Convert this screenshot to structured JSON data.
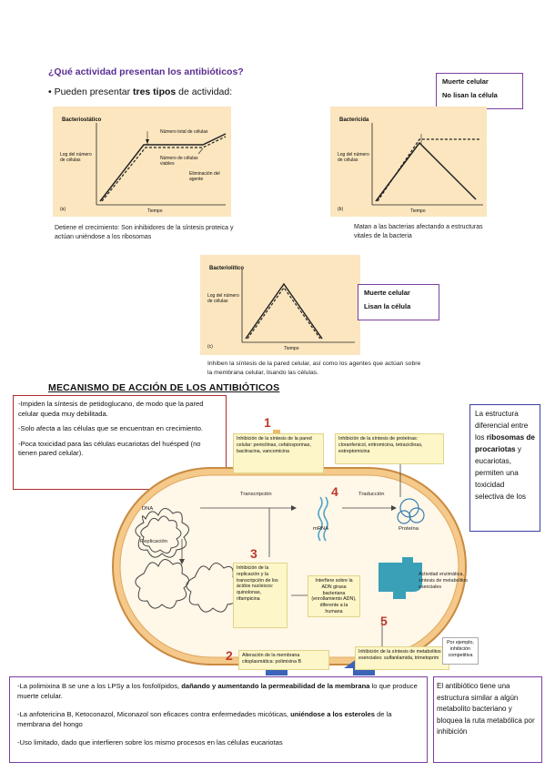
{
  "header": {
    "question": "¿Qué actividad presentan los antibióticos?",
    "bullet_prefix": "• Pueden presentar ",
    "bullet_bold": "tres tipos",
    "bullet_suffix": " de actividad:"
  },
  "panel_bacteriostatico": {
    "title": "Bacteriostático",
    "ylabel": "Log del número de células",
    "xlabel": "Tiempo",
    "tag": "(a)",
    "label_total": "Número total de células",
    "label_viables": "Número de células viables",
    "label_agent": "Eliminación del agente",
    "caption": "Detiene el crecimiento: Son inhibidores de la síntesis proteica y actúan uniéndose a los ribosomas"
  },
  "panel_bactericida": {
    "title": "Bactericida",
    "ylabel": "Log del número de células",
    "xlabel": "Tiempo",
    "tag": "(b)",
    "caption": "Matan a las bacterias afectando a estructuras vitales de la bacteria",
    "note_line1": "Muerte celular",
    "note_line2": "No lisan la célula"
  },
  "panel_bacteriolitico": {
    "title": "Bacteriolítico",
    "ylabel": "Log del número de células",
    "xlabel": "Tiempo",
    "tag": "(c)",
    "caption": "Inhiben la síntesis de la pared celular, así como los agentes que actúan sobre la membrana celular, lisando las células.",
    "note_line1": "Muerte celular",
    "note_line2": "Lisan la célula"
  },
  "section2": {
    "heading": "MECANISMO DE ACCIÓN DE LOS ANTIBIÓTICOS"
  },
  "box_left": {
    "p1": "-Impiden la síntesis de petidoglucano, de modo que la pared celular queda muy debilitada.",
    "p2": "-Solo afecta a las células que se encuentran en crecimiento.",
    "p3": "-Poca toxicidad para las células eucariotas del huésped (no tienen pared celular)."
  },
  "box_right": {
    "pre": "La estructura diferencial entre los ",
    "bold": "ribosomas de procariotas",
    "post": " y eucariotas, permiten una toxicidad selectiva de los"
  },
  "diagram": {
    "n1": "1",
    "n2": "2",
    "n3": "3",
    "n4": "4",
    "n5": "5",
    "box1": "Inhibición de la síntesis de la pared celular: penicilinas, cefalosporinas, bacitracina, vancomicina",
    "box_prot": "Inhibición de la síntesis de proteínas: cloranfenicol, eritromicina, tetraciclinas, estreptomicina",
    "box3": "Inhibición de la replicación y la transcripción de los ácidos nucleicos: quinolonas, rifampicina",
    "box_adn": "Interfiere sobre la ADN girasa bacteriana (enrollamiento ADN), diferente a la humana",
    "box2": "Alteración de la membrana citoplasmática: polimixina B",
    "box5": "Inhibición de la síntesis de metabolitos esenciales: sulfanilamida, trimetoprim",
    "box_ej": "Por ejemplo, inhibición competitiva",
    "dna": "DNA",
    "transcripcion": "Transcripción",
    "traduccion": "Traducción",
    "mrna": "mRNA",
    "proteina": "Proteína",
    "replicacion": "Replicación",
    "actividad": "Actividad enzimática, síntesis de metabolitos esenciales"
  },
  "box_bl": {
    "p1_pre": "-La polimixina B se une a los LPSy a los fosfolípidos, ",
    "p1_bold": "dañando y aumentando la permeabilidad de la membrana",
    "p1_post": " lo que produce muerte celular.",
    "p2_pre": "-La anfotericina B, Ketoconazol, Miconazol son eficaces contra enfermedades micóticas, ",
    "p2_bold": "uniéndose a los esteroles",
    "p2_post": " de la membrana del hongo",
    "p3": "-Uso limitado, dado que interfieren sobre los mismo procesos en las células eucariotas"
  },
  "box_br": {
    "text": "El antibiótico tiene una estructura similar a algún metabolito bacteriano y bloquea la ruta metabólica por inhibición"
  }
}
